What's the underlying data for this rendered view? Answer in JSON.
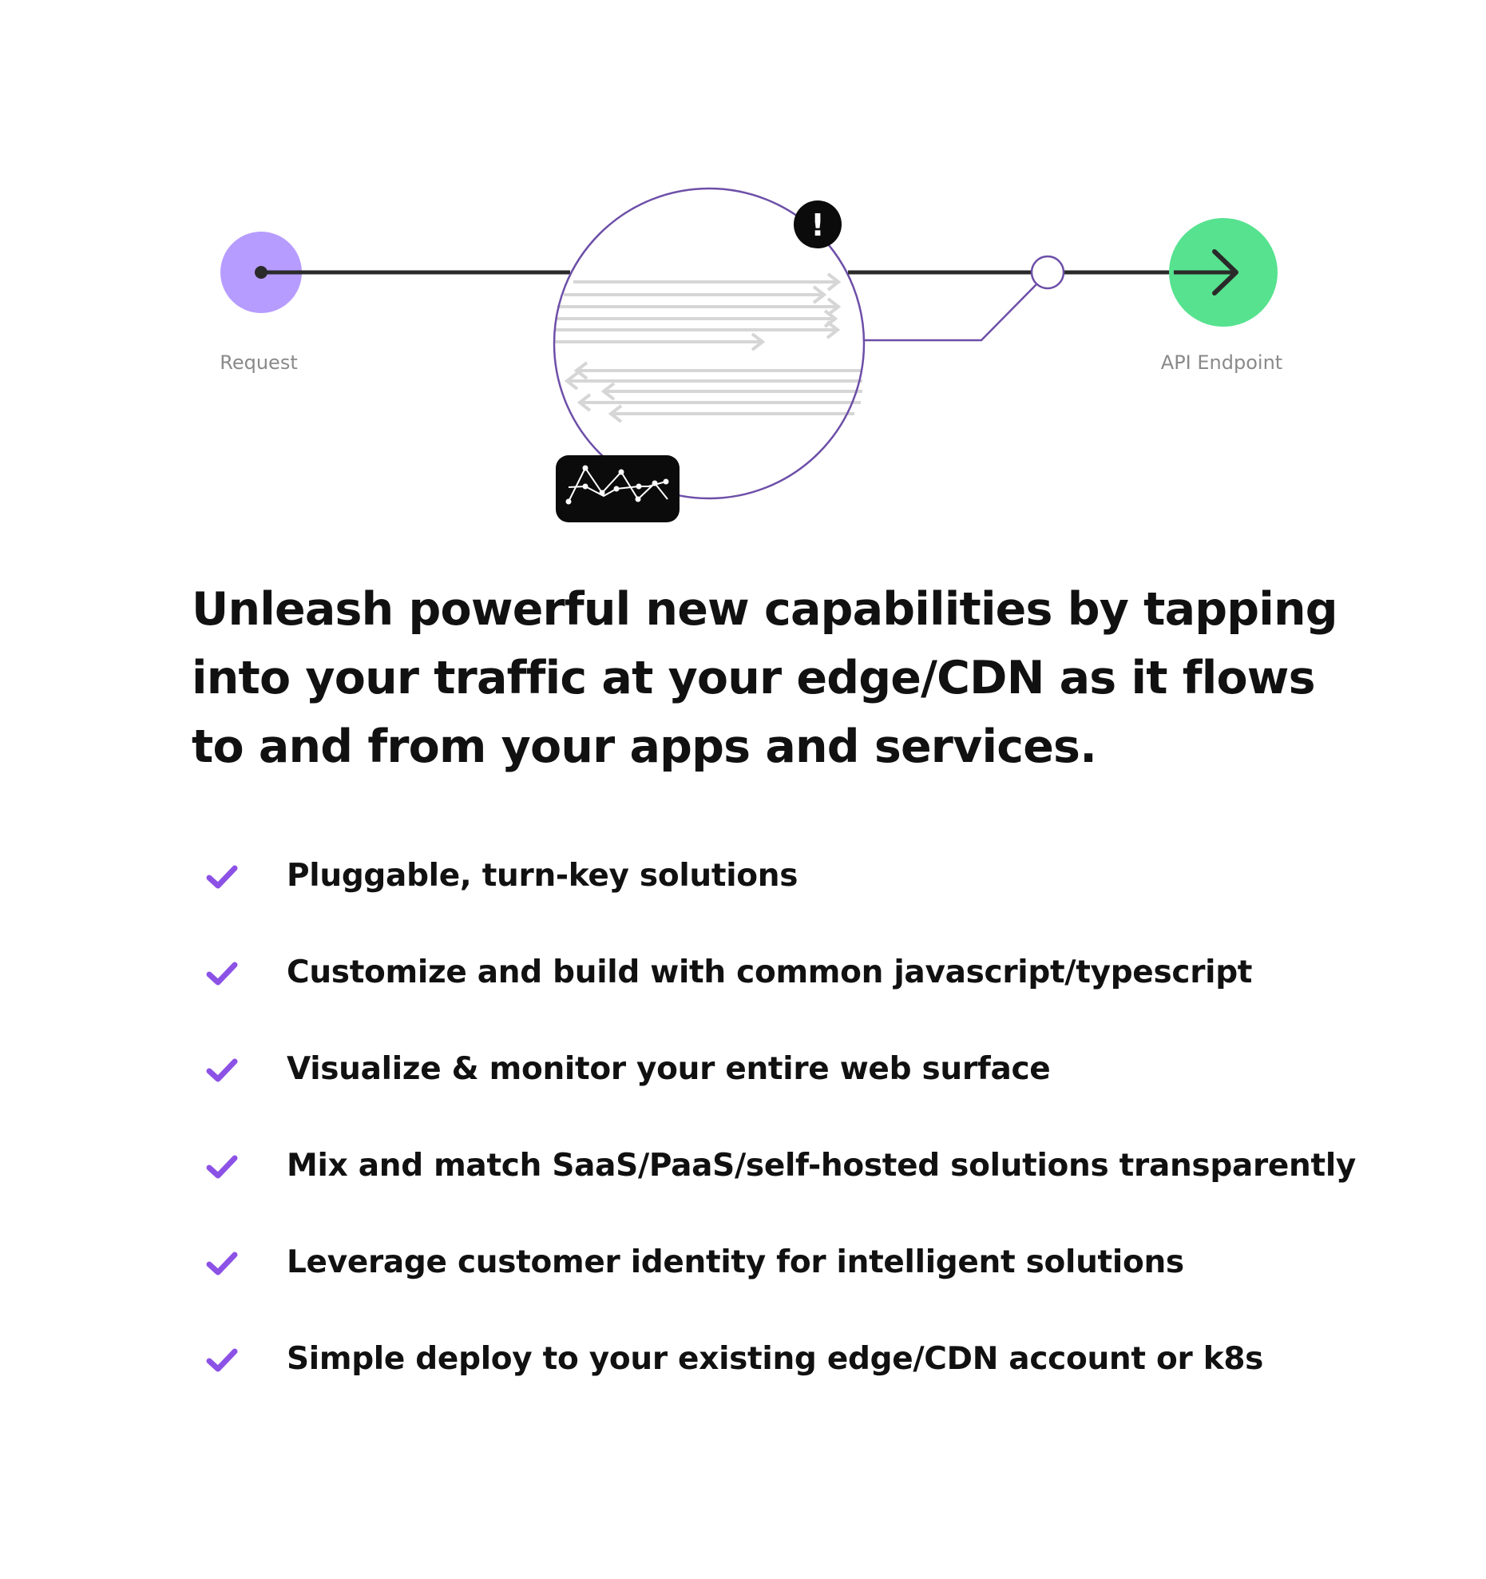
{
  "diagram": {
    "request_label": "Request",
    "endpoint_label": "API Endpoint",
    "alert_glyph": "!",
    "icons": {
      "request": "request-dot-icon",
      "endpoint": "arrow-right-icon",
      "alert": "alert-icon",
      "monitor": "line-chart-icon",
      "junction": "junction-node-icon"
    },
    "colors": {
      "request": "#b79cff",
      "endpoint": "#57e28f",
      "ring": "#6d4fa8",
      "line": "#2a2a2a",
      "traffic": "#d6d6d6",
      "label": "#8a8a8a",
      "badge": "#0b0b0b"
    }
  },
  "headline": "Unleash powerful new capabilities by tapping into your traffic at your edge/CDN as it flows to and from your apps and services.",
  "features": [
    {
      "icon": "check-icon",
      "label": "Pluggable, turn-key solutions"
    },
    {
      "icon": "check-icon",
      "label": "Customize and build with common javascript/typescript"
    },
    {
      "icon": "check-icon",
      "label": "Visualize & monitor your entire web surface"
    },
    {
      "icon": "check-icon",
      "label": "Mix and match SaaS/PaaS/self-hosted solutions transparently"
    },
    {
      "icon": "check-icon",
      "label": "Leverage customer identity for intelligent solutions"
    },
    {
      "icon": "check-icon",
      "label": "Simple deploy to your existing edge/CDN account or k8s"
    }
  ],
  "accent_color": "#8c52e6"
}
